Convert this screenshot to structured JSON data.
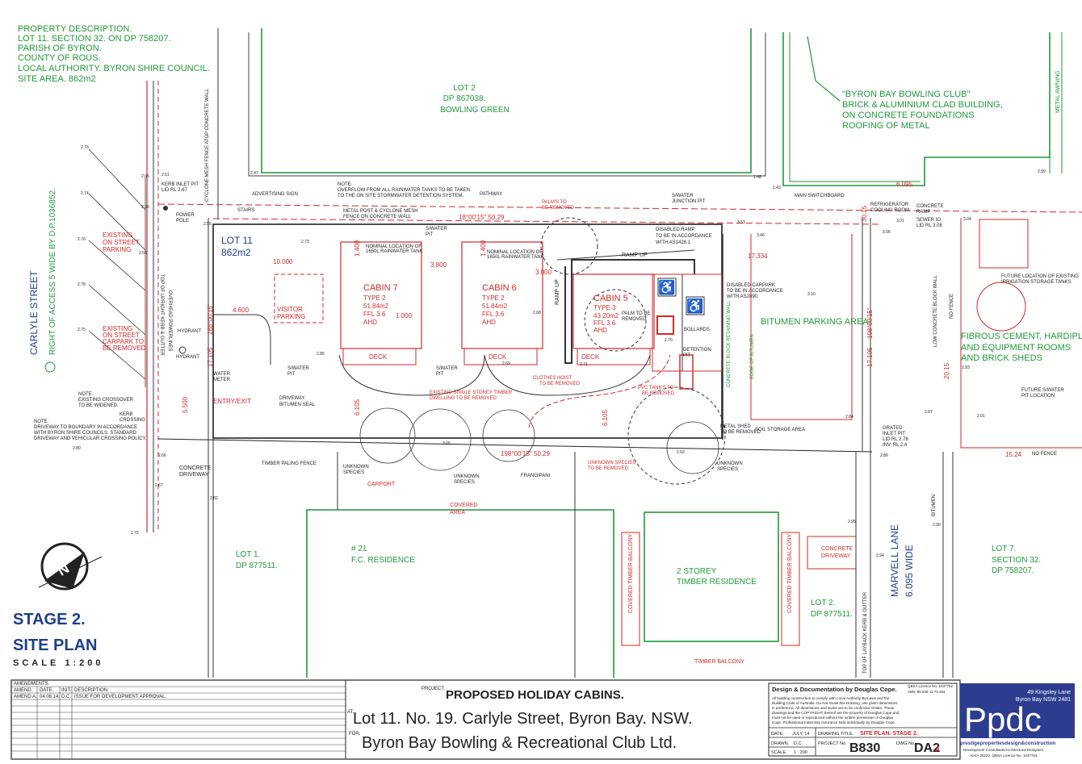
{
  "property_description": {
    "lines": [
      "PROPERTY DESCRIPTION.",
      "LOT 11. SECTION 32. ON DP 758207.",
      "PARISH OF BYRON.",
      "COUNTY OF ROUS.",
      "LOCAL AUTHORITY. BYRON SHIRE COUNCIL.",
      "SITE AREA.  862m2"
    ]
  },
  "labels": {
    "lot2_top": [
      "LOT 2",
      "DP 867038.",
      "BOWLING GREEN"
    ],
    "bowling_club": [
      "\"BYRON BAY BOWLING CLUB\"",
      "BRICK & ALUMINIUM CLAD BUILDING,",
      "ON CONCRETE FOUNDATIONS",
      "ROOFING OF METAL"
    ],
    "metal_awning": "METAL AWNING",
    "carlyle_street": "CARLYLE  STREET",
    "right_of_access": "RIGHT OF ACCESS 5 WIDE BY D.P.1036852.",
    "lot11": [
      "LOT 11",
      "862m2"
    ],
    "cabin7": [
      "CABIN 7",
      "TYPE 2",
      "51.84m2",
      "FFL 3.6",
      "AHD"
    ],
    "cabin6": [
      "CABIN 6",
      "TYPE 2",
      "51.84m2",
      "FFL 3.6",
      "AHD"
    ],
    "cabin5": [
      "CABIN 5",
      "TYPE 3",
      "43.20m2",
      "FFL 3.6",
      "AHD"
    ],
    "bitumen_parking": "BITUMEN PARKING AREA",
    "fibrous": [
      "FIBROUS CEMENT, HARDIPLANK",
      "AND EQUIPMENT ROOMS",
      "AND BRICK SHEDS"
    ],
    "lot1": [
      "LOT 1.",
      "DP 877511."
    ],
    "fc_residence": [
      "# 21",
      "F.C. RESIDENCE"
    ],
    "timber_residence": [
      "2 STOREY",
      "TIMBER RESIDENCE"
    ],
    "lot2_bottom": [
      "LOT 2.",
      "DP 877511."
    ],
    "marvell_lane": [
      "MARVELL LANE",
      "6.095 WIDE"
    ],
    "lot7": [
      "LOT 7.",
      "SECTION 32.",
      "DP 758207."
    ],
    "existing_parking": [
      "EXISTING",
      "ON STREET",
      "PARKING"
    ],
    "existing_carpark": [
      "EXISTING",
      "ON STREET",
      "CARPARK TO",
      "BE REMOVED"
    ],
    "visitor_parking": [
      "VISITOR",
      "PARKING"
    ],
    "entry_exit": "ENTRY/EXIT",
    "carport": "CARPORT",
    "covered_area": [
      "COVERED",
      "AREA"
    ],
    "concrete_driveway": [
      "CONCRETE",
      "DRIVEWAY"
    ],
    "timber_balcony": "TIMBER BALCONY",
    "covered_timber_balcony": "COVERED TIMBER BALCONY",
    "deck": "DECK",
    "ramp_up": "RAMP UP",
    "disabled_ramp": [
      "DISABLED RAMP",
      "TO BE IN ACCORDANCE",
      "WITH AS1428.1"
    ],
    "disabled_carpark": [
      "DISABLED CARPARK",
      "TO BE IN ACCORDANCE",
      "WITH AS2890."
    ],
    "note_overflow": [
      "NOTE.",
      "OVERFLOW FROM ALL RAINWATER TANKS TO BE TAKEN",
      "TO THE ON SITE STORMWATER DETENTION SYSTEM."
    ],
    "pathway": "PATHWAY",
    "advertising_sign": "ADVERTISING SIGN",
    "stairs": "STAIRS",
    "metal_post_fence": [
      "METAL POST & CYCLONE MESH",
      "FENCE ON CONCRETE WALL"
    ],
    "palms": [
      "PALM'S TO",
      "BE REMOVED"
    ],
    "sw_junction": [
      "S/WATER",
      "JUNCTION PIT"
    ],
    "main_switchboard": "MAIN SWITCHBOARD",
    "refrigerator_room": [
      "REFRIGERATOR",
      "COOLING ROOM"
    ],
    "concrete_ramp": [
      "CONCRETE",
      "RAMP"
    ],
    "sewer_io": [
      "SEWER IO",
      "LID RL 3.08"
    ],
    "future_location": [
      "FUTURE LOCATION OF EXISTING",
      "IRRIGATION STORAGE TANKS"
    ],
    "future_sw": [
      "FUTURE S/WATER",
      "PIT LOCATION"
    ],
    "no_fence": "NO FENCE",
    "bitumen": "BITUMEN",
    "low_block_wall": "LOW CONCRETE BLOCK WALL",
    "concrete_block_retaining": "CONCRETE BLOCK RETAINING WALL",
    "edge_of_bitumen": "EDGE OF BITUMEN",
    "soil_storage": "SOIL STORAGE AREA",
    "metal_shed": [
      "METAL SHED",
      "TO BE REMOVED"
    ],
    "grated_pit": [
      "GRATED",
      "INLET PIT",
      "LID RL 2.76",
      "INV. RL 2.4"
    ],
    "unknown_species": [
      "UNKNOWN",
      "SPECIES"
    ],
    "unknown_species_removed": [
      "UNKNOWN SPECIES",
      "TO BE REMOVED"
    ],
    "frangipani": "FRANGIPANI",
    "timber_paling_fence": "TIMBER PALING FENCE",
    "existing_dwelling": [
      "EXISTING SINGLE STOREY TIMBER",
      "DWELLING TO BE REMOVED"
    ],
    "clothes_hoist": [
      "CLOTHES HOIST",
      "TO BE REMOVED"
    ],
    "pvc_tanks": [
      "PVC TANK'S TO",
      "BE REMOVED"
    ],
    "driveway_bitumen": [
      "DRIVEWAY.",
      "BITUMEN SEAL"
    ],
    "water_meter": [
      "WATER",
      "METER"
    ],
    "hydrant": "HYDRANT",
    "power_pole": [
      "POWER",
      "POLE"
    ],
    "kerb_inlet": [
      "KERB INLET PIT",
      "LID RL 2.67"
    ],
    "crossover_note": [
      "NOTE.",
      "EXISTING CROSSOVER",
      "TO BE WIDENED."
    ],
    "kerb_crossing": [
      "KERB",
      "CROSSING"
    ],
    "driveway_note": [
      "NOTE.",
      "DRIVEWAY TO BOUNDARY IN ACCORDANCE",
      "WITH BYRON SHIRE COUNCILS. STANDARD",
      "DRIVEWAY AND VEHICULAR CROSSING POLICY."
    ],
    "sw_pit": [
      "S/WATER",
      "PIT"
    ],
    "nominal_tank": [
      "NOMINAL LOCATION OF",
      "1650L RAINWATER TANK"
    ],
    "palm_removed": [
      "PALM TO BE",
      "REMOVED"
    ],
    "bollards": "BOLLARDS",
    "detention_pit": [
      "DETENTION",
      "PIT"
    ],
    "cyclone_fence": "CYCLONE MESH FENCE ATOP CONCRETE WALL",
    "overhead_power": "OVERHEAD POWERLINES",
    "top_kerb": "TOP OF UPRIGHT KERB & GUTTER",
    "top_layback": "TOP OF LAYBACK KERB & GUTTER"
  },
  "dimensions": {
    "bearing_top": "18°00'15\"  50.29",
    "bearing_bottom": "198°00'15\"  50.29",
    "d_10000": "10.000",
    "d_3800": "3.800",
    "d_3000": "3.000",
    "d_4600": "4.600",
    "d_1000": "1.000",
    "d_1400": "1.400",
    "d_5500": "5.500",
    "d_6105": "6.105",
    "d_17334": "17.334",
    "d_6095": "6.095",
    "d_1524": "15.24",
    "d_17105": "17.105",
    "d_bearing_side": "108°00'15\"",
    "d_bearing_left": "288°00'15\"",
    "d_2015": "20.15",
    "d_3015": "30.15",
    "levels": [
      "2.73",
      "2.74",
      "2.76",
      "2.78",
      "2.75",
      "2.65",
      "2.59",
      "2.51",
      "2.58",
      "2.55",
      "2.47",
      "1.48",
      "1.43",
      "3.53",
      "3.46",
      "3.06",
      "3.04",
      "3.01",
      "2.99",
      "2.93",
      "2.91",
      "2.87",
      "2.84",
      "2.86",
      "2.72",
      "2.67",
      "2.82",
      "2.80",
      "2.66",
      "2.85",
      "3.10",
      "2.90",
      "2.95",
      "2.94",
      "2.92",
      "2.68",
      "2.70",
      "3.05",
      "2.71",
      "2.69",
      "2.73"
    ]
  },
  "north_arrow": "N",
  "stage": {
    "title_line1": "STAGE 2.",
    "title_line2": "SITE PLAN",
    "scale": "SCALE  1:200"
  },
  "title_block": {
    "amendments_header": "AMENDMENTS.",
    "amend_cols": [
      "AMEND.",
      "DATE.",
      "INIT.",
      "DESCRIPTION."
    ],
    "amend_row": [
      "AMEND A.",
      "04.08.14.",
      "D.C.",
      "ISSUE FOR DEVELOPMENT APPROVAL."
    ],
    "project_label": "PROJECT.",
    "project_title": "PROPOSED HOLIDAY CABINS.",
    "at_label": "AT.",
    "address": "Lot 11. No. 19. Carlyle Street, Byron Bay. NSW.",
    "for_label": "FOR.",
    "client": "Byron Bay Bowling & Recreational Club Ltd.",
    "design_by": "Design & Documentation by Douglas Cope.",
    "qbsa": "QBSA Licence No. 1037752",
    "abn": "ABN. 86 848 11 73 484",
    "legal": [
      "All building construction to comply with Local Authority By-Laws and the",
      "Building Code of Australia. Do Not Scale this Drawing, use given dimensions",
      "in preference. All dimensions and levels are to be confirmed Onsite. These",
      "drawings and the COPYRIGHT thereof are the property of Douglas Cope and",
      "must not be used or reproduced without the written permission of Douglas",
      "Cope. Professional Indemnity Insurance held individually by Douglas Cope."
    ],
    "date_label": "DATE.",
    "date_value": "JULY, 14",
    "drawn_label": "DRAWN.",
    "drawn_value": "D.C.",
    "scale_label": "SCALE.",
    "scale_value": "1 : 200",
    "drawing_title_label": "DRAWING TITLE.",
    "drawing_title": "SITE PLAN. STAGE 2.",
    "project_no_label": "PROJECT No.",
    "project_no": "B830",
    "dwg_no_label": "DWG No.",
    "dwg_no": "DA2",
    "dwg_rev": "A",
    "logo_text": "Ppdc",
    "company_address": [
      "49 Kingsley Lane",
      "Byron Bay NSW 2481"
    ],
    "company_name": "prestigepropertiesdesign&construction",
    "company_sub": [
      "Development Consultants/Architectural Designers",
      "NAIA 25222. QBSA Licence No. 1037753"
    ]
  },
  "colors": {
    "green": "#1f9a3a",
    "red": "#d02a2a",
    "blue": "#1d3f8c",
    "line": "#333333",
    "logo_bg": "#2c3d8f"
  }
}
